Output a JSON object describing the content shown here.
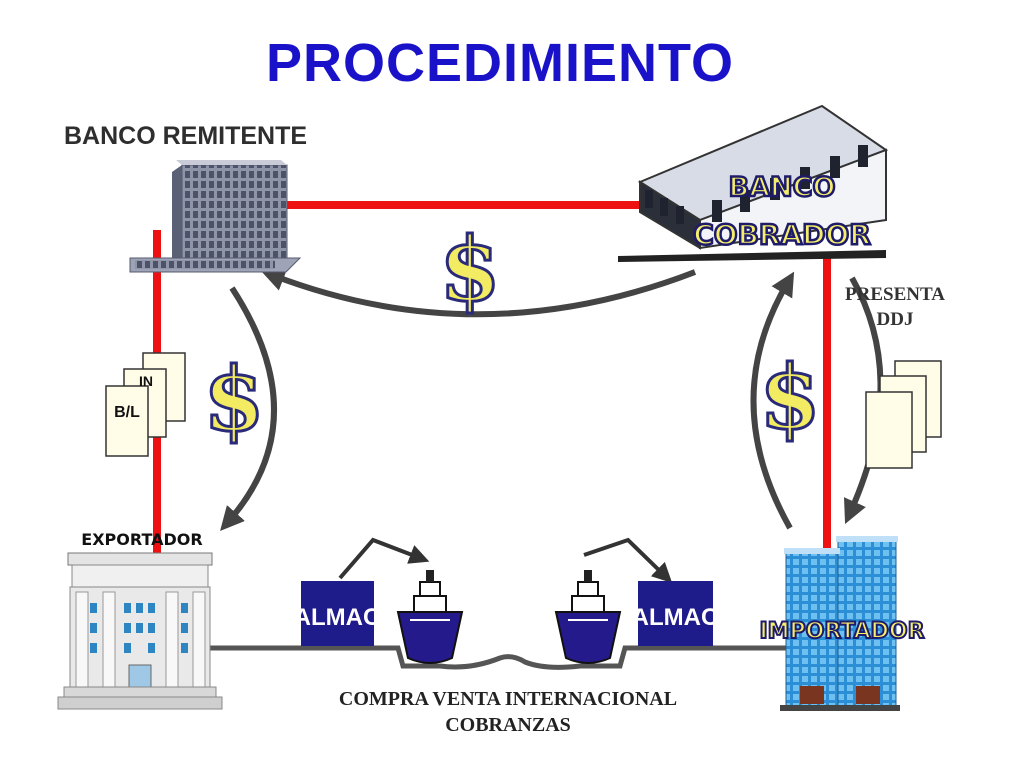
{
  "title": "PROCEDIMIENTO",
  "nodes": {
    "sending_bank": {
      "label": "BANCO REMITENTE"
    },
    "collecting_bank": {
      "label_line1": "BANCO",
      "label_line2": "COBRADOR"
    },
    "exporter": {
      "label": "EXPORTADOR"
    },
    "importer": {
      "label": "IMPORTADOR"
    },
    "warehouse_left": {
      "label": "ALMAC"
    },
    "warehouse_right": {
      "label": "ALMAC"
    }
  },
  "documents_left": {
    "front": "B/L",
    "back": "IN"
  },
  "presenta": {
    "line1": "PRESENTA",
    "line2": "DDJ"
  },
  "currency_symbol": "$",
  "footer": {
    "line1": "COMPRA VENTA INTERNACIONAL",
    "line2": "COBRANZAS"
  },
  "colors": {
    "title": "#1a12c9",
    "connector": "#ee1111",
    "arrow": "#444444",
    "warehouse": "#1e1b8a",
    "label_yellow": "#f5ee6a"
  }
}
